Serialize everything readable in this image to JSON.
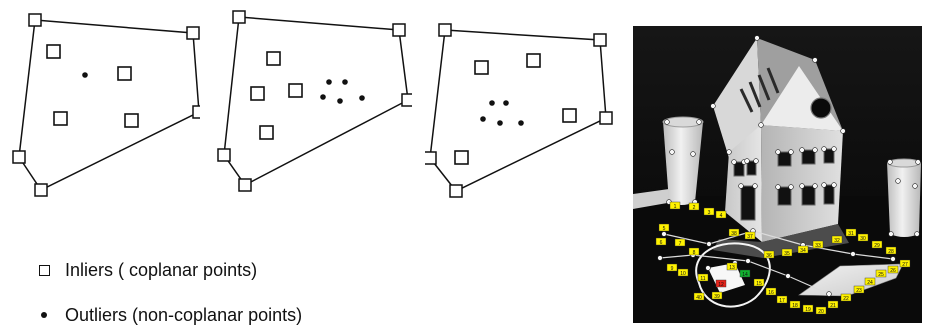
{
  "legend": {
    "inliers_label": "Inliers ( coplanar points)",
    "outliers_label": "Outliers (non-coplanar points)"
  },
  "colors": {
    "ink": "#111111",
    "photo_background": "#030303",
    "marker_yellow": "#fff200",
    "marker_red": "#e5251c",
    "marker_green": "#10b12f"
  },
  "photo": {
    "marker_labels": [
      "1",
      "2",
      "3",
      "4",
      "5",
      "6",
      "7",
      "8",
      "9",
      "10",
      "11",
      "12",
      "13",
      "14",
      "15",
      "16",
      "17",
      "18",
      "19",
      "20",
      "21",
      "22",
      "23",
      "24",
      "25",
      "26",
      "27",
      "28",
      "29",
      "30",
      "31",
      "32",
      "33",
      "34",
      "35",
      "36",
      "37",
      "38",
      "39",
      "40"
    ]
  }
}
